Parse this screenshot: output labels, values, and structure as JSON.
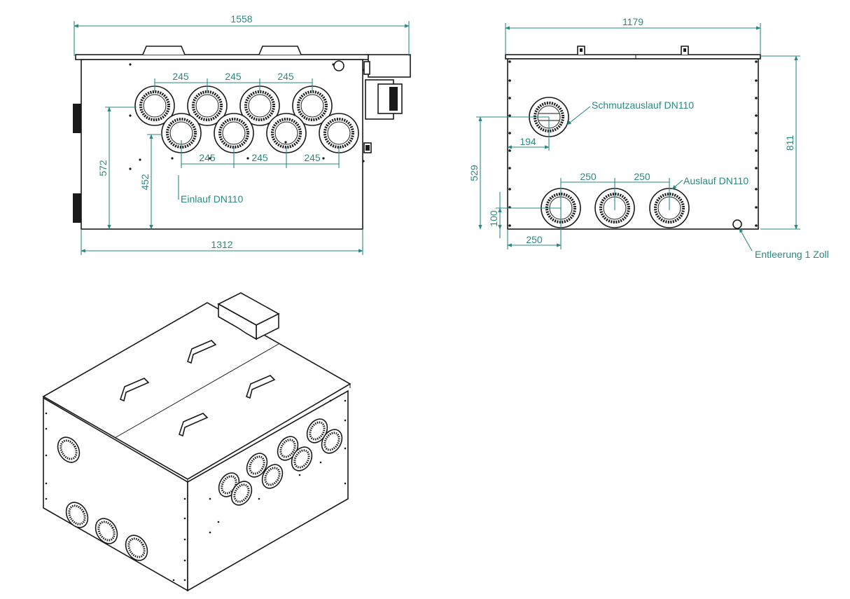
{
  "front_view": {
    "dims": {
      "total_width": "1558",
      "body_width": "1312",
      "height_upper": "572",
      "height_lower": "452",
      "spacing_top_1": "245",
      "spacing_top_2": "245",
      "spacing_top_3": "245",
      "spacing_bottom_1": "245",
      "spacing_bottom_2": "245",
      "spacing_bottom_3": "245"
    },
    "labels": {
      "inlet": "Einlauf DN110"
    }
  },
  "side_view": {
    "dims": {
      "total_width": "1179",
      "height": "811",
      "dirt_outlet_height": "529",
      "dirt_outlet_offset": "194",
      "outlet_spacing_1": "250",
      "outlet_spacing_2": "250",
      "outlet_offset": "250",
      "outlet_height": "100"
    },
    "labels": {
      "dirt_outlet": "Schmutzauslauf DN110",
      "outlet": "Auslauf DN110",
      "drain": "Entleerung 1 Zoll"
    }
  },
  "colors": {
    "dimension": "#2a8a82",
    "line": "#1a1a1a"
  }
}
